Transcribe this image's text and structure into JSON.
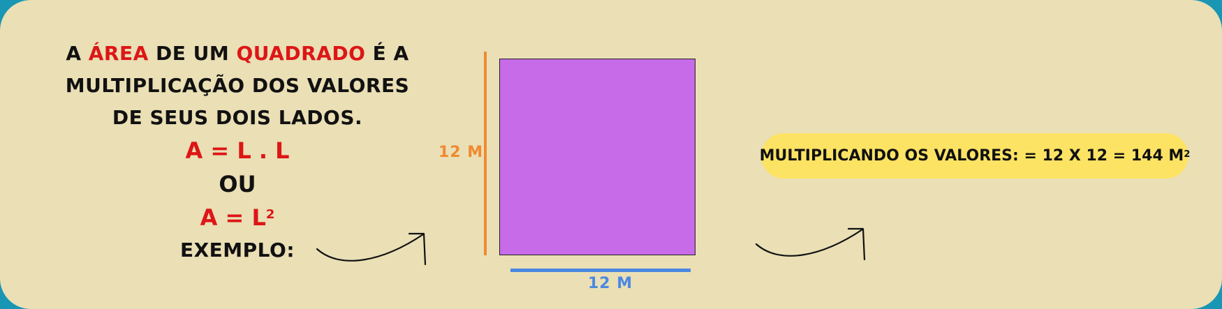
{
  "explanation": {
    "line1_a": "A",
    "line1_area": "ÁREA",
    "line1_de_um": "DE UM",
    "line1_quadrado": "QUADRADO",
    "line1_e_a": "É A",
    "line2": "MULTIPLICAÇÃO DOS VALORES",
    "line3": "DE SEUS DOIS LADOS.",
    "formula1": "A = L . L",
    "or": "OU",
    "formula2_base": "A = L",
    "formula2_exp": "2",
    "example": "EXEMPLO:"
  },
  "square": {
    "left_side": "12 M",
    "bottom_side": "12 M"
  },
  "result": {
    "text": "MULTIPLICANDO OS VALORES: = 12 X 12 = 144 M",
    "exp": "2"
  },
  "colors": {
    "background": "#eadfb5",
    "frame": "#1996b3",
    "highlight_red": "#dd1616",
    "square_fill": "#c76be8",
    "left_side": "#f08a30",
    "bottom_side": "#4a88e2",
    "pill": "#fde364"
  }
}
